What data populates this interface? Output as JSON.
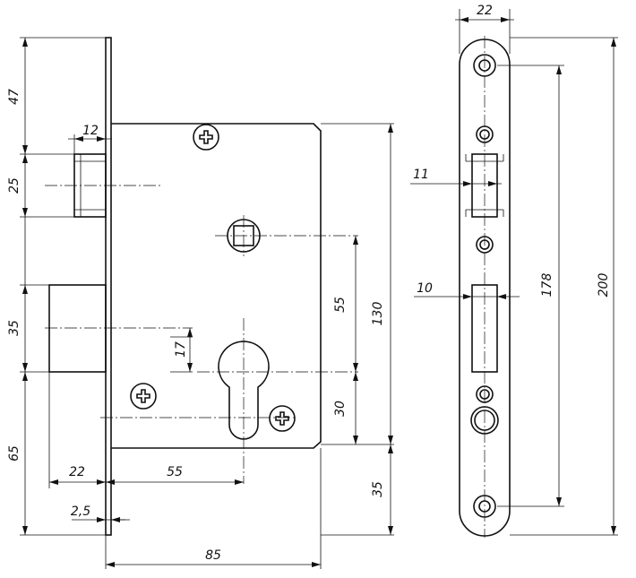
{
  "side_view": {
    "dimensions": {
      "bolt_top_offset": "47",
      "latch_width": "12",
      "latch_height": "25",
      "deadbolt_height": "35",
      "keyhole_offset": "17",
      "bottom_offset": "65",
      "deadbolt_depth": "22",
      "backset": "55",
      "faceplate_thickness": "2,5",
      "case_depth": "85",
      "spindle_to_cylinder": "55",
      "cylinder_to_bottom": "30",
      "case_height": "130",
      "case_bottom_to_plate": "35"
    }
  },
  "front_view": {
    "dimensions": {
      "plate_width": "22",
      "latch_opening": "11",
      "bolt_opening": "10",
      "hole_spacing": "178",
      "plate_length": "200"
    }
  }
}
